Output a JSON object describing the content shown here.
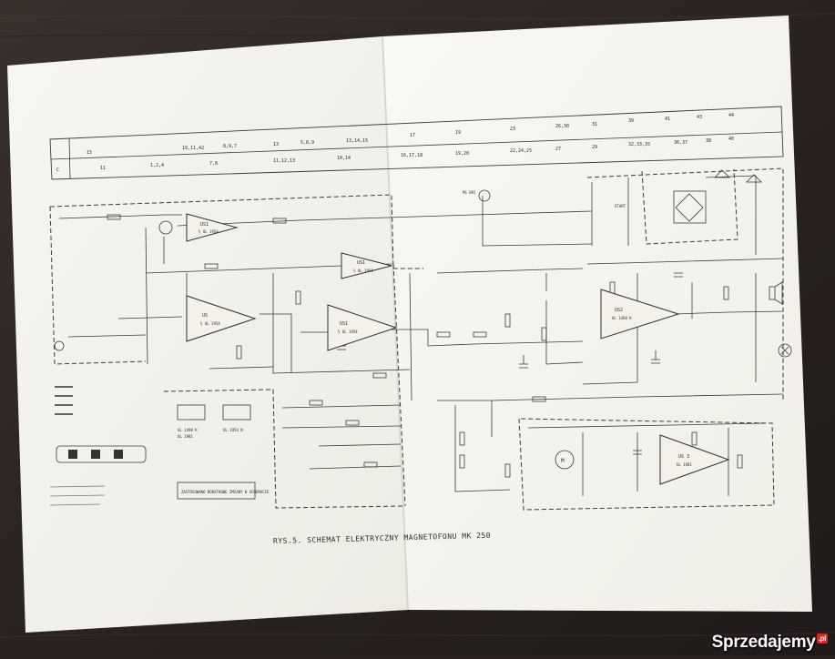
{
  "photo": {
    "subject": "folded-paper-schematic-on-wooden-table",
    "background_color": "#2a2322",
    "paper_color": "#f7f6f1"
  },
  "schematic": {
    "caption": "RYS.5. SCHEMAT ELEKTRYCZNY MAGNETOFONU MK 250",
    "ic_labels": {
      "us1_top": "US1",
      "us1_top_type": "½ UL 1954",
      "us1_main": "US1",
      "us1_main_type": "½ UL 1954",
      "us5": "US",
      "us5_type": "½ UL 1954",
      "us2": "US2",
      "us2_type": "UL 1498 K",
      "us3": "US 3",
      "us3_type": "UL 1901"
    },
    "note_box": "ZASTOSOWANO DODATKOWE ZMIANY W SCHEMACIE",
    "legend_ics": [
      "UL 1498 K",
      "UL 1901",
      "UL 1954 N"
    ],
    "motor_label": "M",
    "ms_label": "MS DR1",
    "start_label": "START",
    "header_row_1": [
      "15",
      "19,11,42",
      "8,9,7",
      "13",
      "5,8,9",
      "13,14,15",
      "17",
      "19",
      "23",
      "26,30",
      "31",
      "39",
      "41",
      "43",
      "44"
    ],
    "header_row_2": [
      "C",
      "11",
      "1,2,4",
      "7,8",
      "11,12,13",
      "10,14",
      "16,17,18",
      "19,20",
      "22,24,25",
      "27",
      "29",
      "32,33,35",
      "36,37",
      "38",
      "40"
    ]
  },
  "watermark": {
    "text": "Sprzedajemy",
    "suffix": ".pl"
  }
}
